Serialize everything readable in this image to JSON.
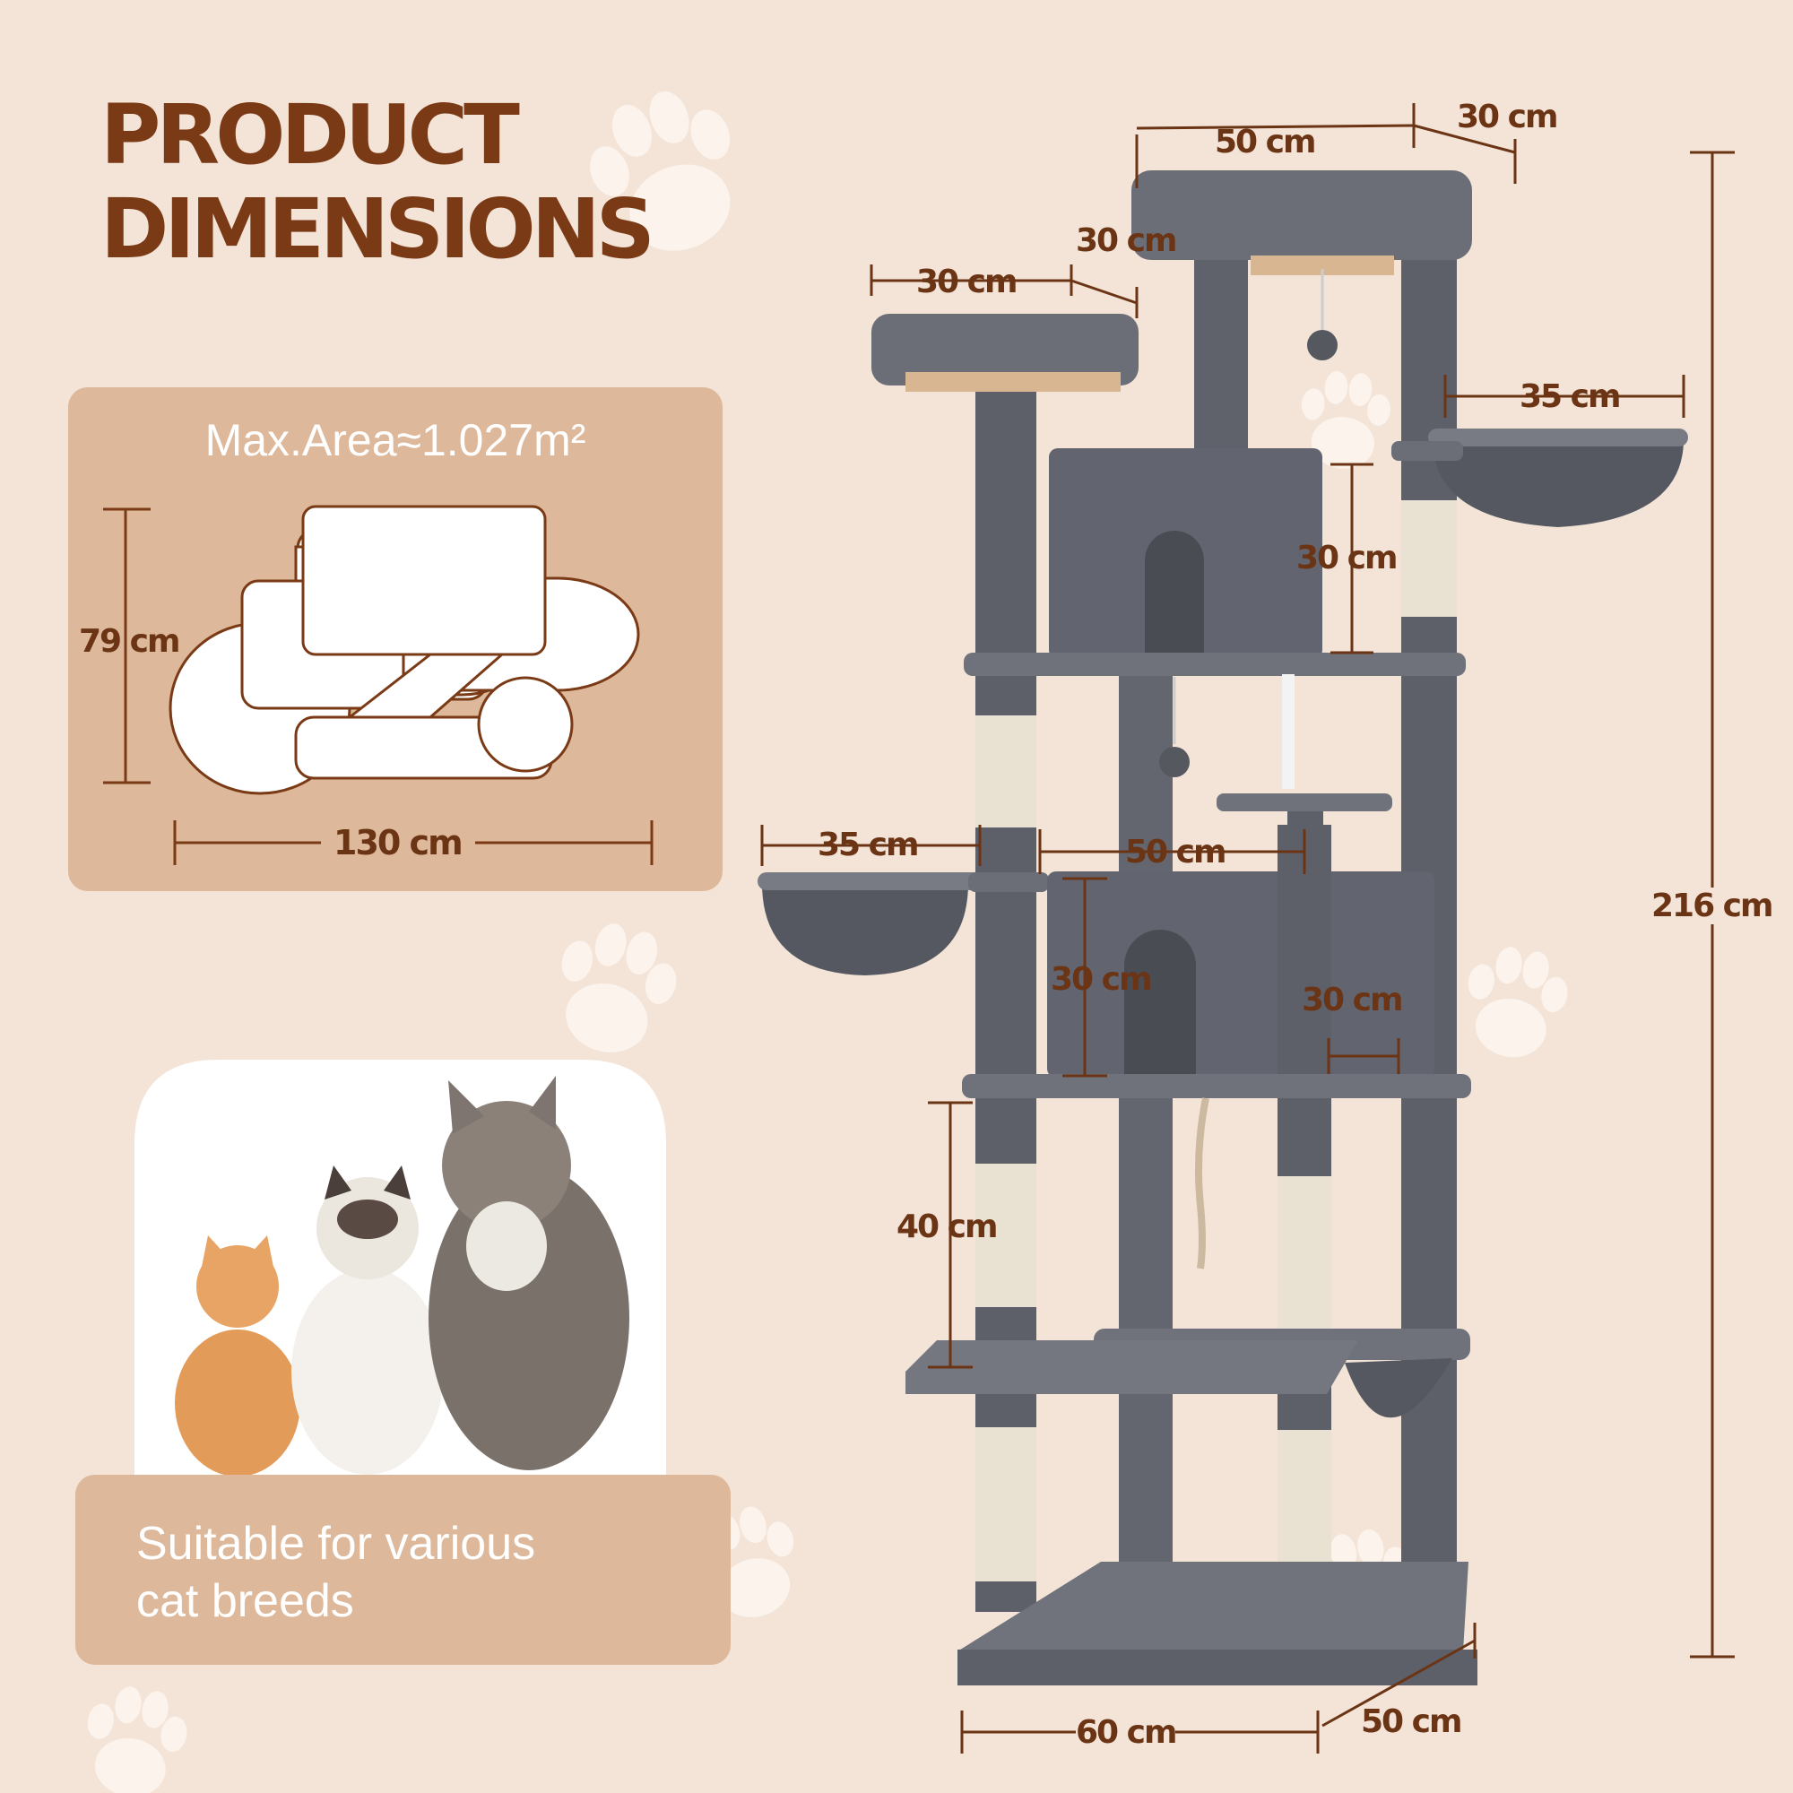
{
  "heading": {
    "line1": "PRODUCT",
    "line2": "DIMENSIONS"
  },
  "area_card": {
    "title": "Max.Area≈1.027m²",
    "height_label": "79 cm",
    "width_label": "130 cm"
  },
  "cats_card": {
    "text_line1": "Suitable for various",
    "text_line2": "cat breeds"
  },
  "dimensions": {
    "top_width": "50 cm",
    "top_depth": "30 cm",
    "left_platform_width": "30 cm",
    "left_platform_depth": "30 cm",
    "right_basket_width": "35 cm",
    "upper_condo_height": "30 cm",
    "left_basket_width": "35 cm",
    "middle_width": "50 cm",
    "lower_condo_height": "30 cm",
    "lower_condo_depth": "30 cm",
    "lower_post_height": "40 cm",
    "total_height": "216 cm",
    "base_width": "60 cm",
    "base_depth": "50 cm"
  },
  "colors": {
    "background": "#f3e4d7",
    "accent_brown": "#6b3415",
    "card_tan": "#ddb89a",
    "tree_gray": "#5d6069",
    "sisal": "#e9e2d3"
  }
}
